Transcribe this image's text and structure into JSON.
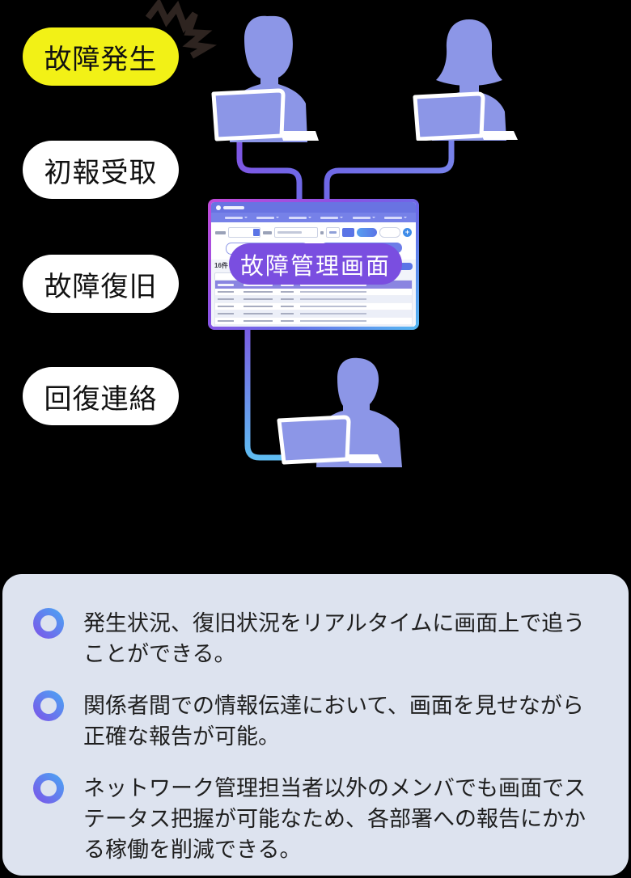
{
  "flow": {
    "steps": [
      {
        "label": "故障発生",
        "highlighted": true
      },
      {
        "label": "初報受取",
        "highlighted": false
      },
      {
        "label": "故障復旧",
        "highlighted": false
      },
      {
        "label": "回復連絡",
        "highlighted": false
      }
    ],
    "screen_overlay_label": "故障管理画面",
    "mini_screen": {
      "result_count": "16件",
      "table_rows": 8
    }
  },
  "benefits": [
    "発生状況、復旧状況をリアルタイムに画面上で追うことができる。",
    "関係者間での情報伝達において、画面を見せながら正確な報告が可能。",
    "ネットワーク管理担当者以外のメンバでも画面でステータス把握が可能なため、各部署への報告にかかる稼働を削減できる。"
  ],
  "colors": {
    "yellow": "#F2F116",
    "pill_white": "#FFFFFF",
    "person": "#8C96E7",
    "screen_label": "#7A4EE0",
    "connector_purple": "#7A5BE2",
    "connector_cyan": "#5FBCF2",
    "panel": "#DDE3EF",
    "ring1": "#7E52E8",
    "ring2": "#49A8F4"
  }
}
